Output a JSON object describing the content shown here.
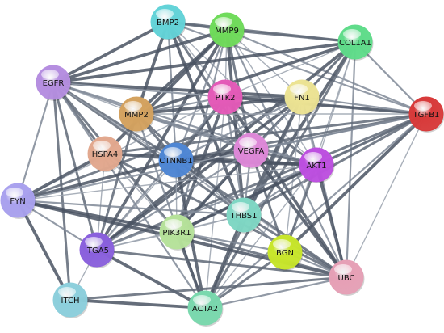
{
  "diagram": {
    "type": "protein-interaction-network",
    "nodes": [
      {
        "id": "BMP2",
        "label": "BMP2",
        "color": "#63d3d8"
      },
      {
        "id": "MMP9",
        "label": "MMP9",
        "color": "#6fdb5a"
      },
      {
        "id": "COL1A1",
        "label": "COL1A1",
        "color": "#5fdc8a"
      },
      {
        "id": "EGFR",
        "label": "EGFR",
        "color": "#b58ee0"
      },
      {
        "id": "PTK2",
        "label": "PTK2",
        "color": "#e45ab8"
      },
      {
        "id": "FN1",
        "label": "FN1",
        "color": "#ece393"
      },
      {
        "id": "TGFB1",
        "label": "TGFB1",
        "color": "#d83a3a"
      },
      {
        "id": "MMP2",
        "label": "MMP2",
        "color": "#d4a25f"
      },
      {
        "id": "HSPA4",
        "label": "HSPA4",
        "color": "#e2a88e"
      },
      {
        "id": "CTNNB1",
        "label": "CTNNB1",
        "color": "#4e86d4"
      },
      {
        "id": "VEGFA",
        "label": "VEGFA",
        "color": "#de88d8"
      },
      {
        "id": "AKT1",
        "label": "AKT1",
        "color": "#bd4fe0"
      },
      {
        "id": "FYN",
        "label": "FYN",
        "color": "#a9a1ee"
      },
      {
        "id": "THBS1",
        "label": "THBS1",
        "color": "#7fd7c4"
      },
      {
        "id": "PIK3R1",
        "label": "PIK3R1",
        "color": "#b6e29a"
      },
      {
        "id": "BGN",
        "label": "BGN",
        "color": "#c8e62a"
      },
      {
        "id": "ITGA5",
        "label": "ITGA5",
        "color": "#8a60dd"
      },
      {
        "id": "UBC",
        "label": "UBC",
        "color": "#e6a0b6"
      },
      {
        "id": "ITCH",
        "label": "ITCH",
        "color": "#8ccfdc"
      },
      {
        "id": "ACTA2",
        "label": "ACTA2",
        "color": "#79d8ad"
      }
    ],
    "edges": [
      [
        "BMP2",
        "MMP9"
      ],
      [
        "BMP2",
        "COL1A1"
      ],
      [
        "BMP2",
        "EGFR"
      ],
      [
        "BMP2",
        "PTK2"
      ],
      [
        "BMP2",
        "TGFB1"
      ],
      [
        "BMP2",
        "MMP2"
      ],
      [
        "BMP2",
        "CTNNB1"
      ],
      [
        "BMP2",
        "VEGFA"
      ],
      [
        "BMP2",
        "AKT1"
      ],
      [
        "BMP2",
        "THBS1"
      ],
      [
        "MMP9",
        "COL1A1"
      ],
      [
        "MMP9",
        "EGFR"
      ],
      [
        "MMP9",
        "PTK2"
      ],
      [
        "MMP9",
        "FN1"
      ],
      [
        "MMP9",
        "TGFB1"
      ],
      [
        "MMP9",
        "MMP2"
      ],
      [
        "MMP9",
        "HSPA4"
      ],
      [
        "MMP9",
        "CTNNB1"
      ],
      [
        "MMP9",
        "VEGFA"
      ],
      [
        "MMP9",
        "AKT1"
      ],
      [
        "MMP9",
        "THBS1"
      ],
      [
        "MMP9",
        "PIK3R1"
      ],
      [
        "MMP9",
        "ITGA5"
      ],
      [
        "MMP9",
        "UBC"
      ],
      [
        "COL1A1",
        "EGFR"
      ],
      [
        "COL1A1",
        "PTK2"
      ],
      [
        "COL1A1",
        "FN1"
      ],
      [
        "COL1A1",
        "TGFB1"
      ],
      [
        "COL1A1",
        "MMP2"
      ],
      [
        "COL1A1",
        "VEGFA"
      ],
      [
        "COL1A1",
        "AKT1"
      ],
      [
        "COL1A1",
        "THBS1"
      ],
      [
        "COL1A1",
        "BGN"
      ],
      [
        "COL1A1",
        "UBC"
      ],
      [
        "COL1A1",
        "ITGA5"
      ],
      [
        "COL1A1",
        "ACTA2"
      ],
      [
        "EGFR",
        "PTK2"
      ],
      [
        "EGFR",
        "FN1"
      ],
      [
        "EGFR",
        "TGFB1"
      ],
      [
        "EGFR",
        "MMP2"
      ],
      [
        "EGFR",
        "HSPA4"
      ],
      [
        "EGFR",
        "CTNNB1"
      ],
      [
        "EGFR",
        "VEGFA"
      ],
      [
        "EGFR",
        "AKT1"
      ],
      [
        "EGFR",
        "FYN"
      ],
      [
        "EGFR",
        "THBS1"
      ],
      [
        "EGFR",
        "PIK3R1"
      ],
      [
        "EGFR",
        "ITGA5"
      ],
      [
        "EGFR",
        "UBC"
      ],
      [
        "EGFR",
        "ITCH"
      ],
      [
        "EGFR",
        "ACTA2"
      ],
      [
        "PTK2",
        "FN1"
      ],
      [
        "PTK2",
        "TGFB1"
      ],
      [
        "PTK2",
        "MMP2"
      ],
      [
        "PTK2",
        "CTNNB1"
      ],
      [
        "PTK2",
        "VEGFA"
      ],
      [
        "PTK2",
        "AKT1"
      ],
      [
        "PTK2",
        "FYN"
      ],
      [
        "PTK2",
        "THBS1"
      ],
      [
        "PTK2",
        "PIK3R1"
      ],
      [
        "PTK2",
        "ITGA5"
      ],
      [
        "PTK2",
        "UBC"
      ],
      [
        "PTK2",
        "ACTA2"
      ],
      [
        "FN1",
        "TGFB1"
      ],
      [
        "FN1",
        "MMP2"
      ],
      [
        "FN1",
        "CTNNB1"
      ],
      [
        "FN1",
        "VEGFA"
      ],
      [
        "FN1",
        "AKT1"
      ],
      [
        "FN1",
        "FYN"
      ],
      [
        "FN1",
        "THBS1"
      ],
      [
        "FN1",
        "PIK3R1"
      ],
      [
        "FN1",
        "BGN"
      ],
      [
        "FN1",
        "ITGA5"
      ],
      [
        "FN1",
        "UBC"
      ],
      [
        "FN1",
        "ACTA2"
      ],
      [
        "TGFB1",
        "MMP2"
      ],
      [
        "TGFB1",
        "CTNNB1"
      ],
      [
        "TGFB1",
        "VEGFA"
      ],
      [
        "TGFB1",
        "AKT1"
      ],
      [
        "TGFB1",
        "FYN"
      ],
      [
        "TGFB1",
        "THBS1"
      ],
      [
        "TGFB1",
        "PIK3R1"
      ],
      [
        "TGFB1",
        "BGN"
      ],
      [
        "TGFB1",
        "ITGA5"
      ],
      [
        "TGFB1",
        "UBC"
      ],
      [
        "TGFB1",
        "ACTA2"
      ],
      [
        "TGFB1",
        "HSPA4"
      ],
      [
        "MMP2",
        "CTNNB1"
      ],
      [
        "MMP2",
        "VEGFA"
      ],
      [
        "MMP2",
        "AKT1"
      ],
      [
        "MMP2",
        "THBS1"
      ],
      [
        "MMP2",
        "ITGA5"
      ],
      [
        "MMP2",
        "ACTA2"
      ],
      [
        "HSPA4",
        "CTNNB1"
      ],
      [
        "HSPA4",
        "AKT1"
      ],
      [
        "HSPA4",
        "FYN"
      ],
      [
        "HSPA4",
        "PIK3R1"
      ],
      [
        "HSPA4",
        "UBC"
      ],
      [
        "HSPA4",
        "ITGA5"
      ],
      [
        "CTNNB1",
        "VEGFA"
      ],
      [
        "CTNNB1",
        "AKT1"
      ],
      [
        "CTNNB1",
        "FYN"
      ],
      [
        "CTNNB1",
        "THBS1"
      ],
      [
        "CTNNB1",
        "PIK3R1"
      ],
      [
        "CTNNB1",
        "UBC"
      ],
      [
        "CTNNB1",
        "ITGA5"
      ],
      [
        "CTNNB1",
        "ACTA2"
      ],
      [
        "VEGFA",
        "AKT1"
      ],
      [
        "VEGFA",
        "FYN"
      ],
      [
        "VEGFA",
        "THBS1"
      ],
      [
        "VEGFA",
        "PIK3R1"
      ],
      [
        "VEGFA",
        "UBC"
      ],
      [
        "VEGFA",
        "ITGA5"
      ],
      [
        "VEGFA",
        "BGN"
      ],
      [
        "AKT1",
        "FYN"
      ],
      [
        "AKT1",
        "THBS1"
      ],
      [
        "AKT1",
        "PIK3R1"
      ],
      [
        "AKT1",
        "UBC"
      ],
      [
        "AKT1",
        "ITGA5"
      ],
      [
        "AKT1",
        "BGN"
      ],
      [
        "AKT1",
        "ACTA2"
      ],
      [
        "FYN",
        "PIK3R1"
      ],
      [
        "FYN",
        "UBC"
      ],
      [
        "FYN",
        "ITGA5"
      ],
      [
        "FYN",
        "ITCH"
      ],
      [
        "FYN",
        "THBS1"
      ],
      [
        "THBS1",
        "PIK3R1"
      ],
      [
        "THBS1",
        "UBC"
      ],
      [
        "THBS1",
        "BGN"
      ],
      [
        "THBS1",
        "ITGA5"
      ],
      [
        "THBS1",
        "ACTA2"
      ],
      [
        "PIK3R1",
        "UBC"
      ],
      [
        "PIK3R1",
        "ITGA5"
      ],
      [
        "PIK3R1",
        "ACTA2"
      ],
      [
        "PIK3R1",
        "BGN"
      ],
      [
        "BGN",
        "UBC"
      ],
      [
        "BGN",
        "ACTA2"
      ],
      [
        "ITGA5",
        "UBC"
      ],
      [
        "ITGA5",
        "ACTA2"
      ],
      [
        "ITGA5",
        "ITCH"
      ],
      [
        "UBC",
        "ITCH"
      ],
      [
        "UBC",
        "ACTA2"
      ],
      [
        "ITCH",
        "ACTA2"
      ]
    ]
  }
}
